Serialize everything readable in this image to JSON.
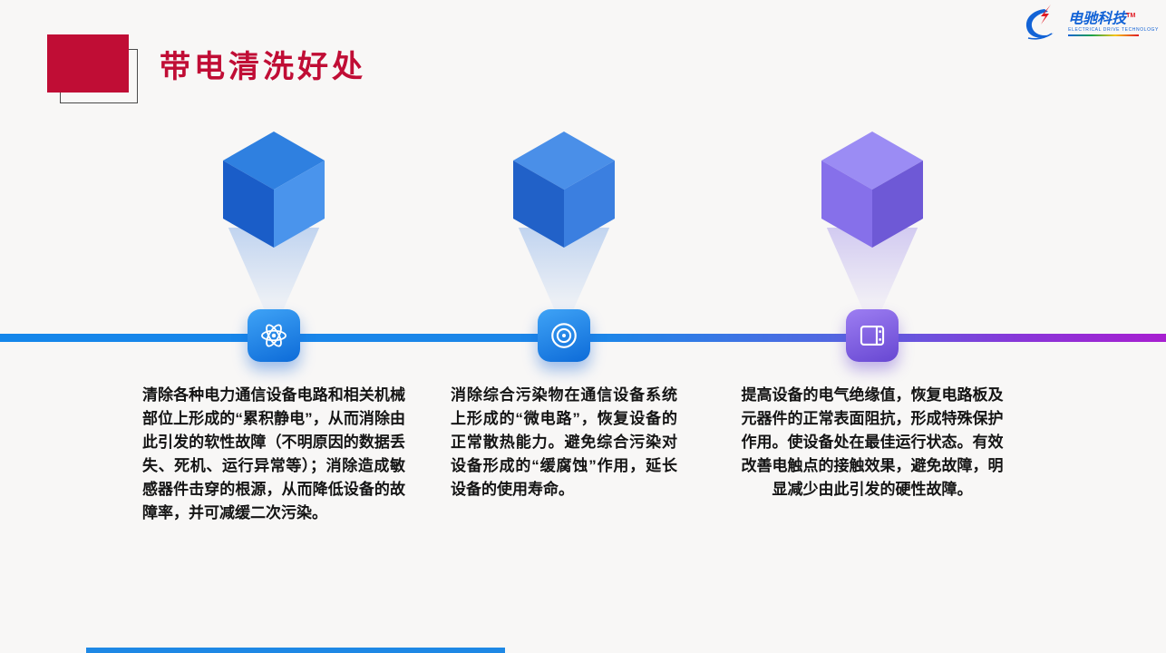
{
  "slide": {
    "title": "带电清洗好处",
    "logo": {
      "brand": "电驰科技",
      "trademark": "TM",
      "subtitle": "ELECTRICAL DRIVE TECHNOLOGY"
    },
    "colors": {
      "title_accent": "#c00d35",
      "timeline_gradient_start": "#1486ea",
      "timeline_gradient_end": "#a81fd0",
      "badge_blue": "#0d6bd8",
      "badge_purple": "#6747d2",
      "bottom_accent": "#1e88e5"
    },
    "items": [
      {
        "icon": "atom-icon",
        "cube": {
          "top": "#2f80e0",
          "left": "#1a5dc8",
          "right": "#4a94ec"
        },
        "text": "清除各种电力通信设备电路和相关机械部位上形成的“累积静电”，从而消除由此引发的软性故障（不明原因的数据丢失、死机、运行异常等）；消除造成敏感器件击穿的根源，从而降低设备的故障率，并可减缓二次污染。"
      },
      {
        "icon": "target-icon",
        "cube": {
          "top": "#4a8fe8",
          "left": "#2161c8",
          "right": "#3b7fe0"
        },
        "text": "消除综合污染物在通信设备系统上形成的“微电路”，恢复设备的正常散热能力。避免综合污染对设备形成的“缓腐蚀”作用，延长设备的使用寿命。"
      },
      {
        "icon": "film-icon",
        "cube": {
          "top": "#9b8cf4",
          "left": "#8670ea",
          "right": "#6e59d6"
        },
        "text": "提高设备的电气绝缘值，恢复电路板及元器件的正常表面阻抗，形成特殊保护作用。使设备处在最佳运行状态。有效改善电触点的接触效果，避免故障，明显减少由此引发的硬性故障。"
      }
    ]
  }
}
